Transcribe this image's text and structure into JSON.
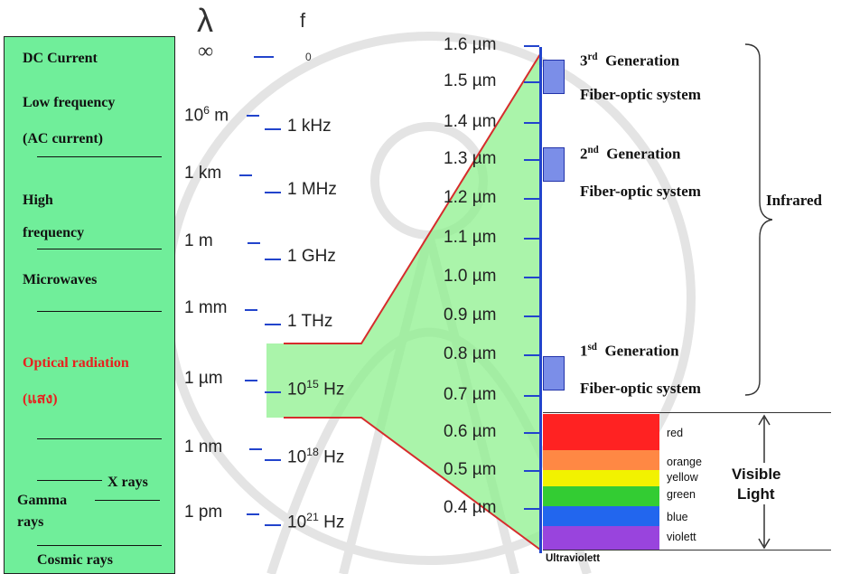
{
  "header": {
    "lambda_symbol": "λ",
    "freq_symbol": "f",
    "infinity": "∞",
    "zero": "0"
  },
  "left_panel": {
    "dc_current": "DC Current",
    "low_frequency": "Low frequency",
    "ac_current": "(AC current)",
    "high": "High",
    "frequency": "frequency",
    "microwaves": "Microwaves",
    "optical_radiation": "Optical radiation",
    "optical_thai": "(แสง)",
    "x_rays": "X rays",
    "gamma": "Gamma",
    "rays": "rays",
    "cosmic_rays": "Cosmic rays"
  },
  "wavelength_scale": [
    {
      "base": "10",
      "exp": "6",
      "unit": " m"
    },
    {
      "base": "1 km",
      "exp": "",
      "unit": ""
    },
    {
      "base": "1 m",
      "exp": "",
      "unit": ""
    },
    {
      "base": "1 mm",
      "exp": "",
      "unit": ""
    },
    {
      "base": "1 µm",
      "exp": "",
      "unit": ""
    },
    {
      "base": "1 nm",
      "exp": "",
      "unit": ""
    },
    {
      "base": "1 pm",
      "exp": "",
      "unit": ""
    }
  ],
  "frequency_scale": [
    {
      "base": "1 kHz",
      "exp": "",
      "unit": ""
    },
    {
      "base": "1 MHz",
      "exp": "",
      "unit": ""
    },
    {
      "base": "1 GHz",
      "exp": "",
      "unit": ""
    },
    {
      "base": "1 THz",
      "exp": "",
      "unit": ""
    },
    {
      "base": "10",
      "exp": "15",
      "unit": " Hz"
    },
    {
      "base": "10",
      "exp": "18",
      "unit": " Hz"
    },
    {
      "base": "10",
      "exp": "21",
      "unit": " Hz"
    }
  ],
  "micron_scale": [
    "1.6 µm",
    "1.5 µm",
    "1.4 µm",
    "1.3 µm",
    "1.2 µm",
    "1.1 µm",
    "1.0 µm",
    "0.9 µm",
    "0.8 µm",
    "0.7 µm",
    "0.6 µm",
    "0.5 µm",
    "0.4 µm"
  ],
  "fiber_generations": [
    {
      "num": "3",
      "suffix": "rd",
      "word": "Generation",
      "system": "Fiber-optic system"
    },
    {
      "num": "2",
      "suffix": "nd",
      "word": "Generation",
      "system": "Fiber-optic system"
    },
    {
      "num": "1",
      "suffix": "sd",
      "word": "Generation",
      "system": "Fiber-optic system"
    }
  ],
  "infrared_label": "Infrared",
  "visible_bands": [
    {
      "label": "red",
      "color": "#ff2222"
    },
    {
      "label": "orange",
      "color": "#ff8844"
    },
    {
      "label": "yellow",
      "color": "#f2f200"
    },
    {
      "label": "green",
      "color": "#33cc33"
    },
    {
      "label": "blue",
      "color": "#2266ee"
    },
    {
      "label": "violett",
      "color": "#9944dd"
    }
  ],
  "visible_light": {
    "line1": "Visible",
    "line2": "Light"
  },
  "ultraviolet_label": "Ultraviolett",
  "colors": {
    "panel_green": "#70ee9a",
    "optical_red": "#e8201e",
    "tick_blue": "#2244cc",
    "connector_red": "#d62c2c",
    "highlight_green": "#8ef08e"
  }
}
